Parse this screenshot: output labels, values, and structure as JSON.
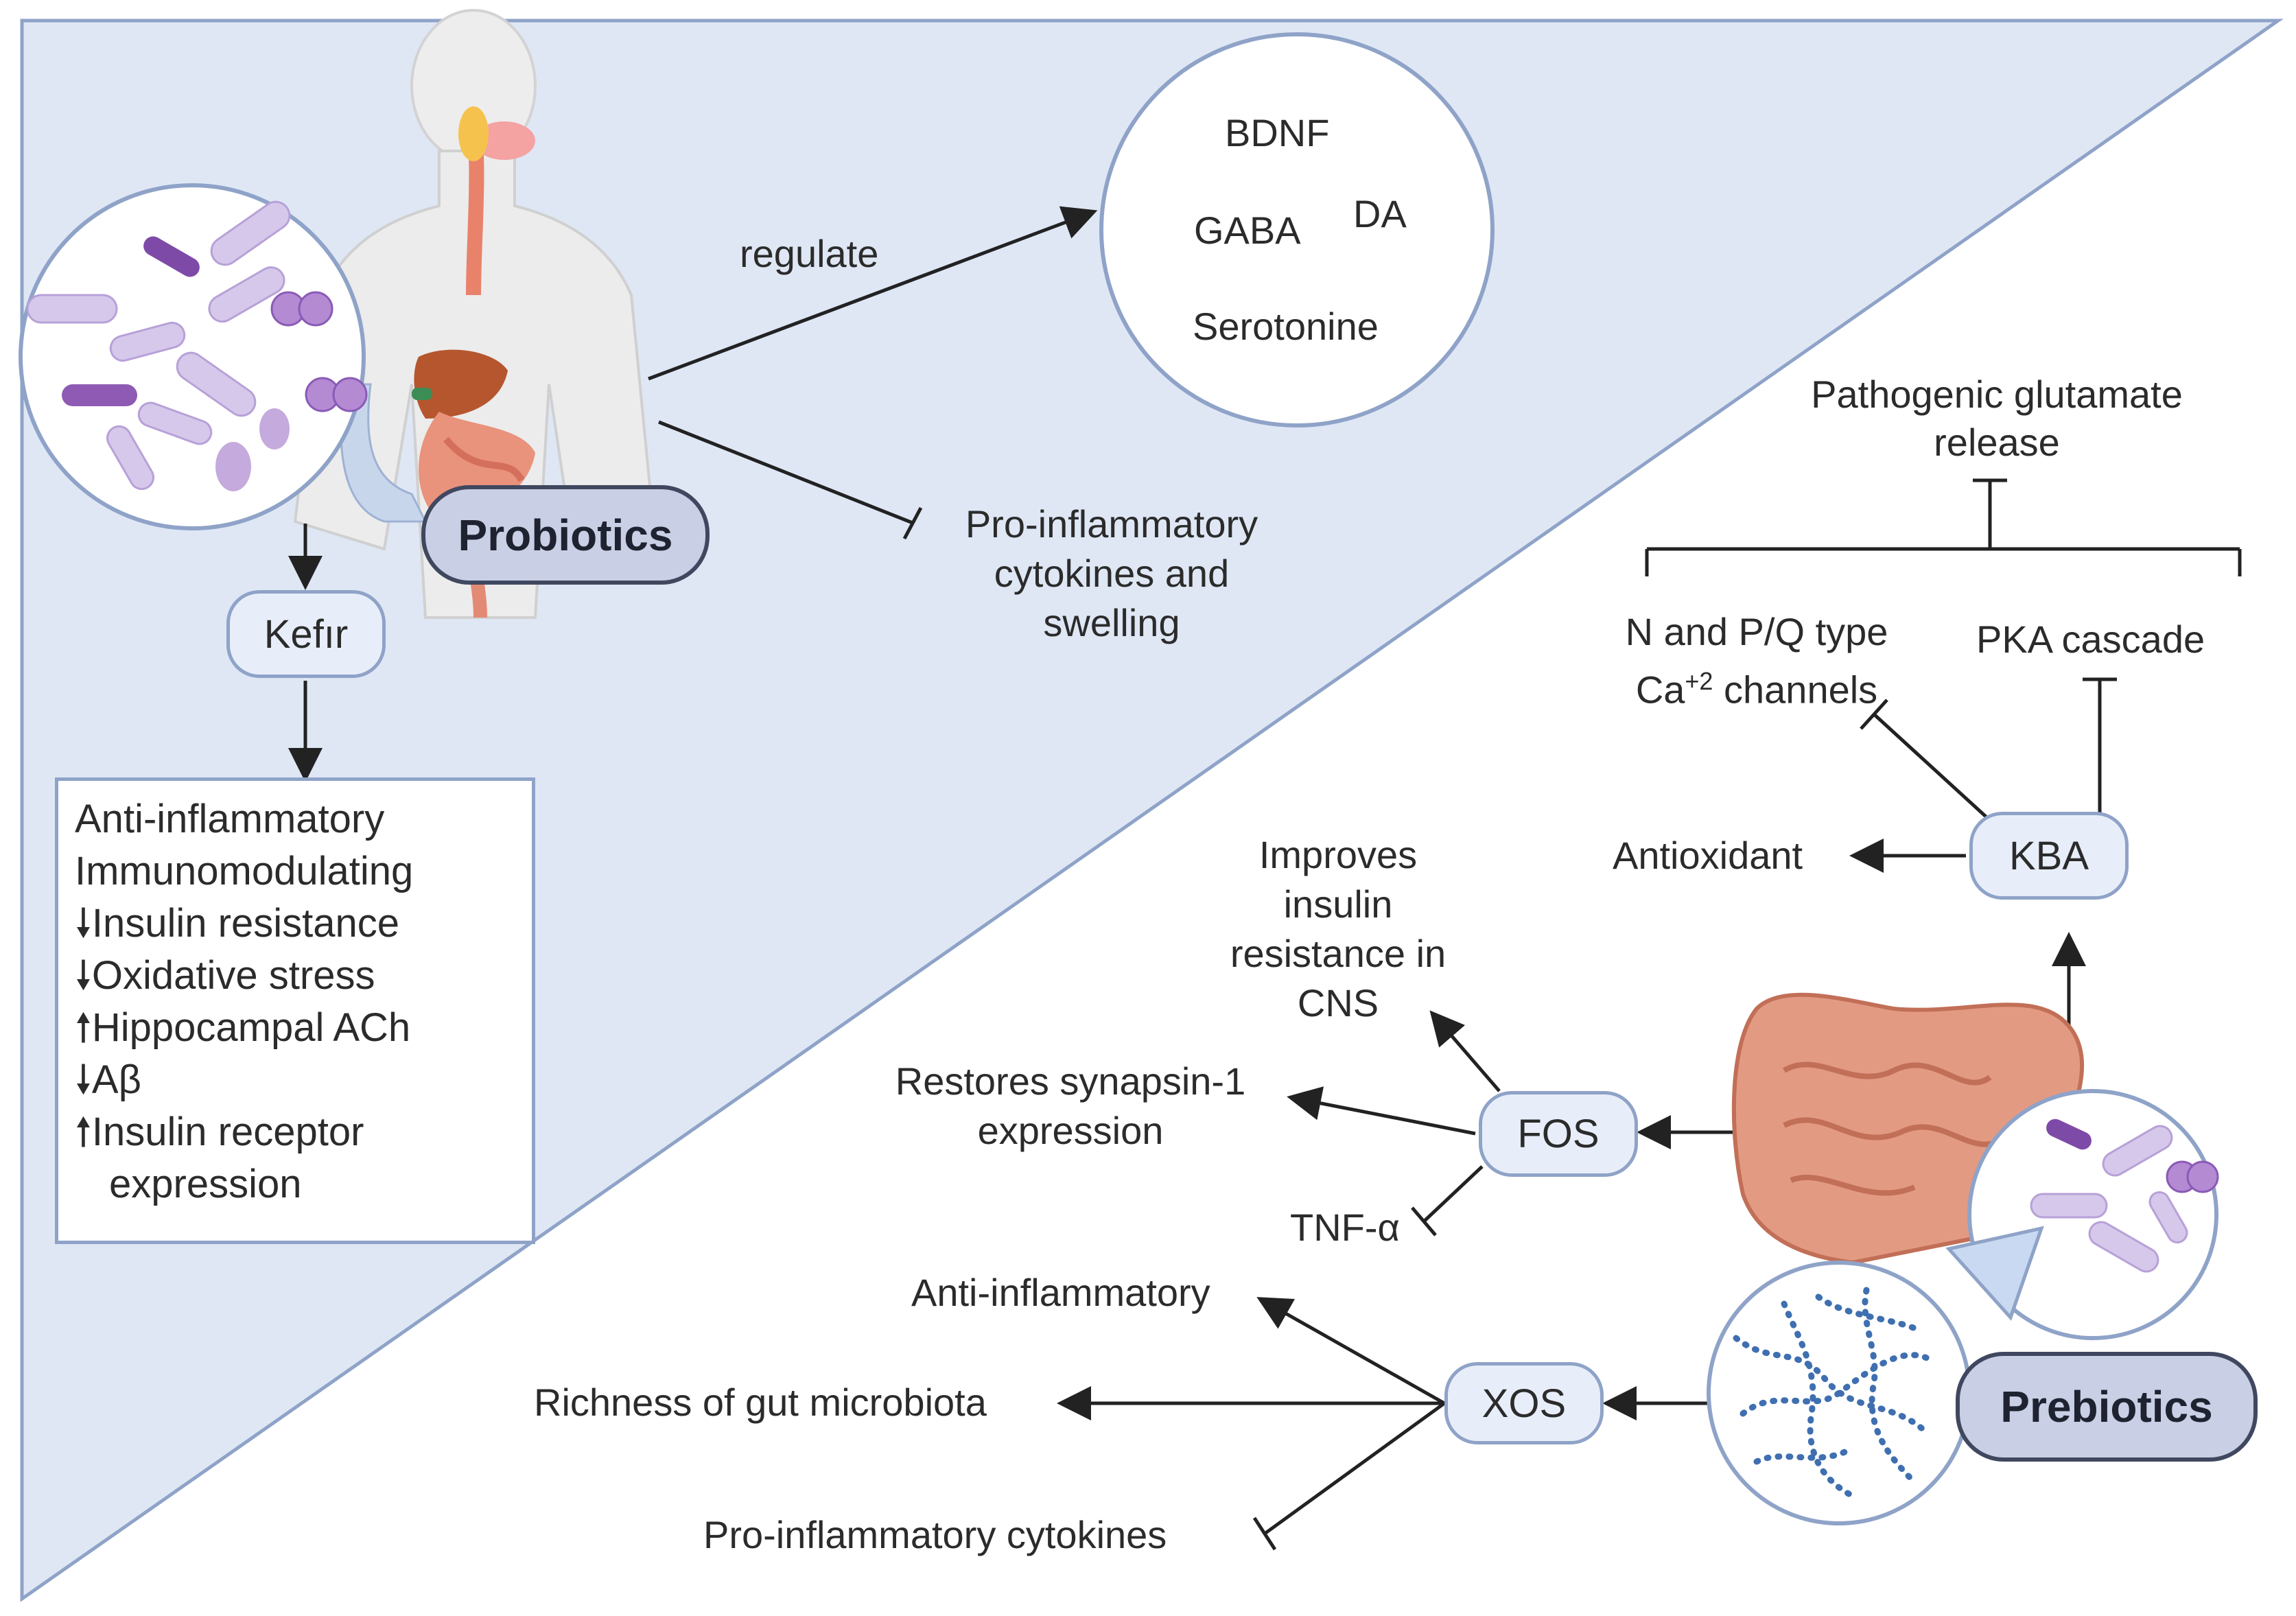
{
  "probiotics_section": {
    "probiotics_label": "Probiotics",
    "regulate_label": "regulate",
    "neuro_circle": [
      "BDNF",
      "GABA",
      "DA",
      "Serotonine"
    ],
    "inhibits_label_lines": [
      "Pro-inflammatory",
      "cytokines and",
      "swelling"
    ],
    "kefir_label": "Kefır",
    "kefir_effects": [
      {
        "arrow": "",
        "text": "Anti-inflammatory"
      },
      {
        "arrow": "",
        "text": "Immunomodulating"
      },
      {
        "arrow": "down",
        "text": "Insulin resistance"
      },
      {
        "arrow": "down",
        "text": "Oxidative stress"
      },
      {
        "arrow": "up",
        "text": "Hippocampal ACh"
      },
      {
        "arrow": "down",
        "text": "Aβ"
      },
      {
        "arrow": "up",
        "text": "Insulin receptor"
      },
      {
        "arrow": "",
        "text": "expression"
      }
    ]
  },
  "prebiotics_section": {
    "prebiotics_label": "Prebiotics",
    "kba": {
      "label": "KBA",
      "antioxidant": "Antioxidant",
      "channels_line1": "N and P/Q type",
      "channels_line2_main": "Ca",
      "channels_line2_sup": "+2",
      "channels_line2_rest": " channels",
      "pka": "PKA cascade",
      "glutamate_lines": [
        "Pathogenic glutamate",
        "release"
      ]
    },
    "fos": {
      "label": "FOS",
      "insulin_lines": [
        "Improves",
        "insulin",
        "resistance in",
        "CNS"
      ],
      "synapsin_lines": [
        "Restores synapsin-1",
        "expression"
      ],
      "tnf": "TNF-α"
    },
    "xos": {
      "label": "XOS",
      "anti_inflammatory": "Anti-inflammatory",
      "richness": "Richness of gut microbiota",
      "cytokines": "Pro-inflammatory cytokines"
    }
  },
  "colors": {
    "background_triangle": "#dfe7f5",
    "border": "#8fa3c8",
    "arrow": "#222222"
  }
}
